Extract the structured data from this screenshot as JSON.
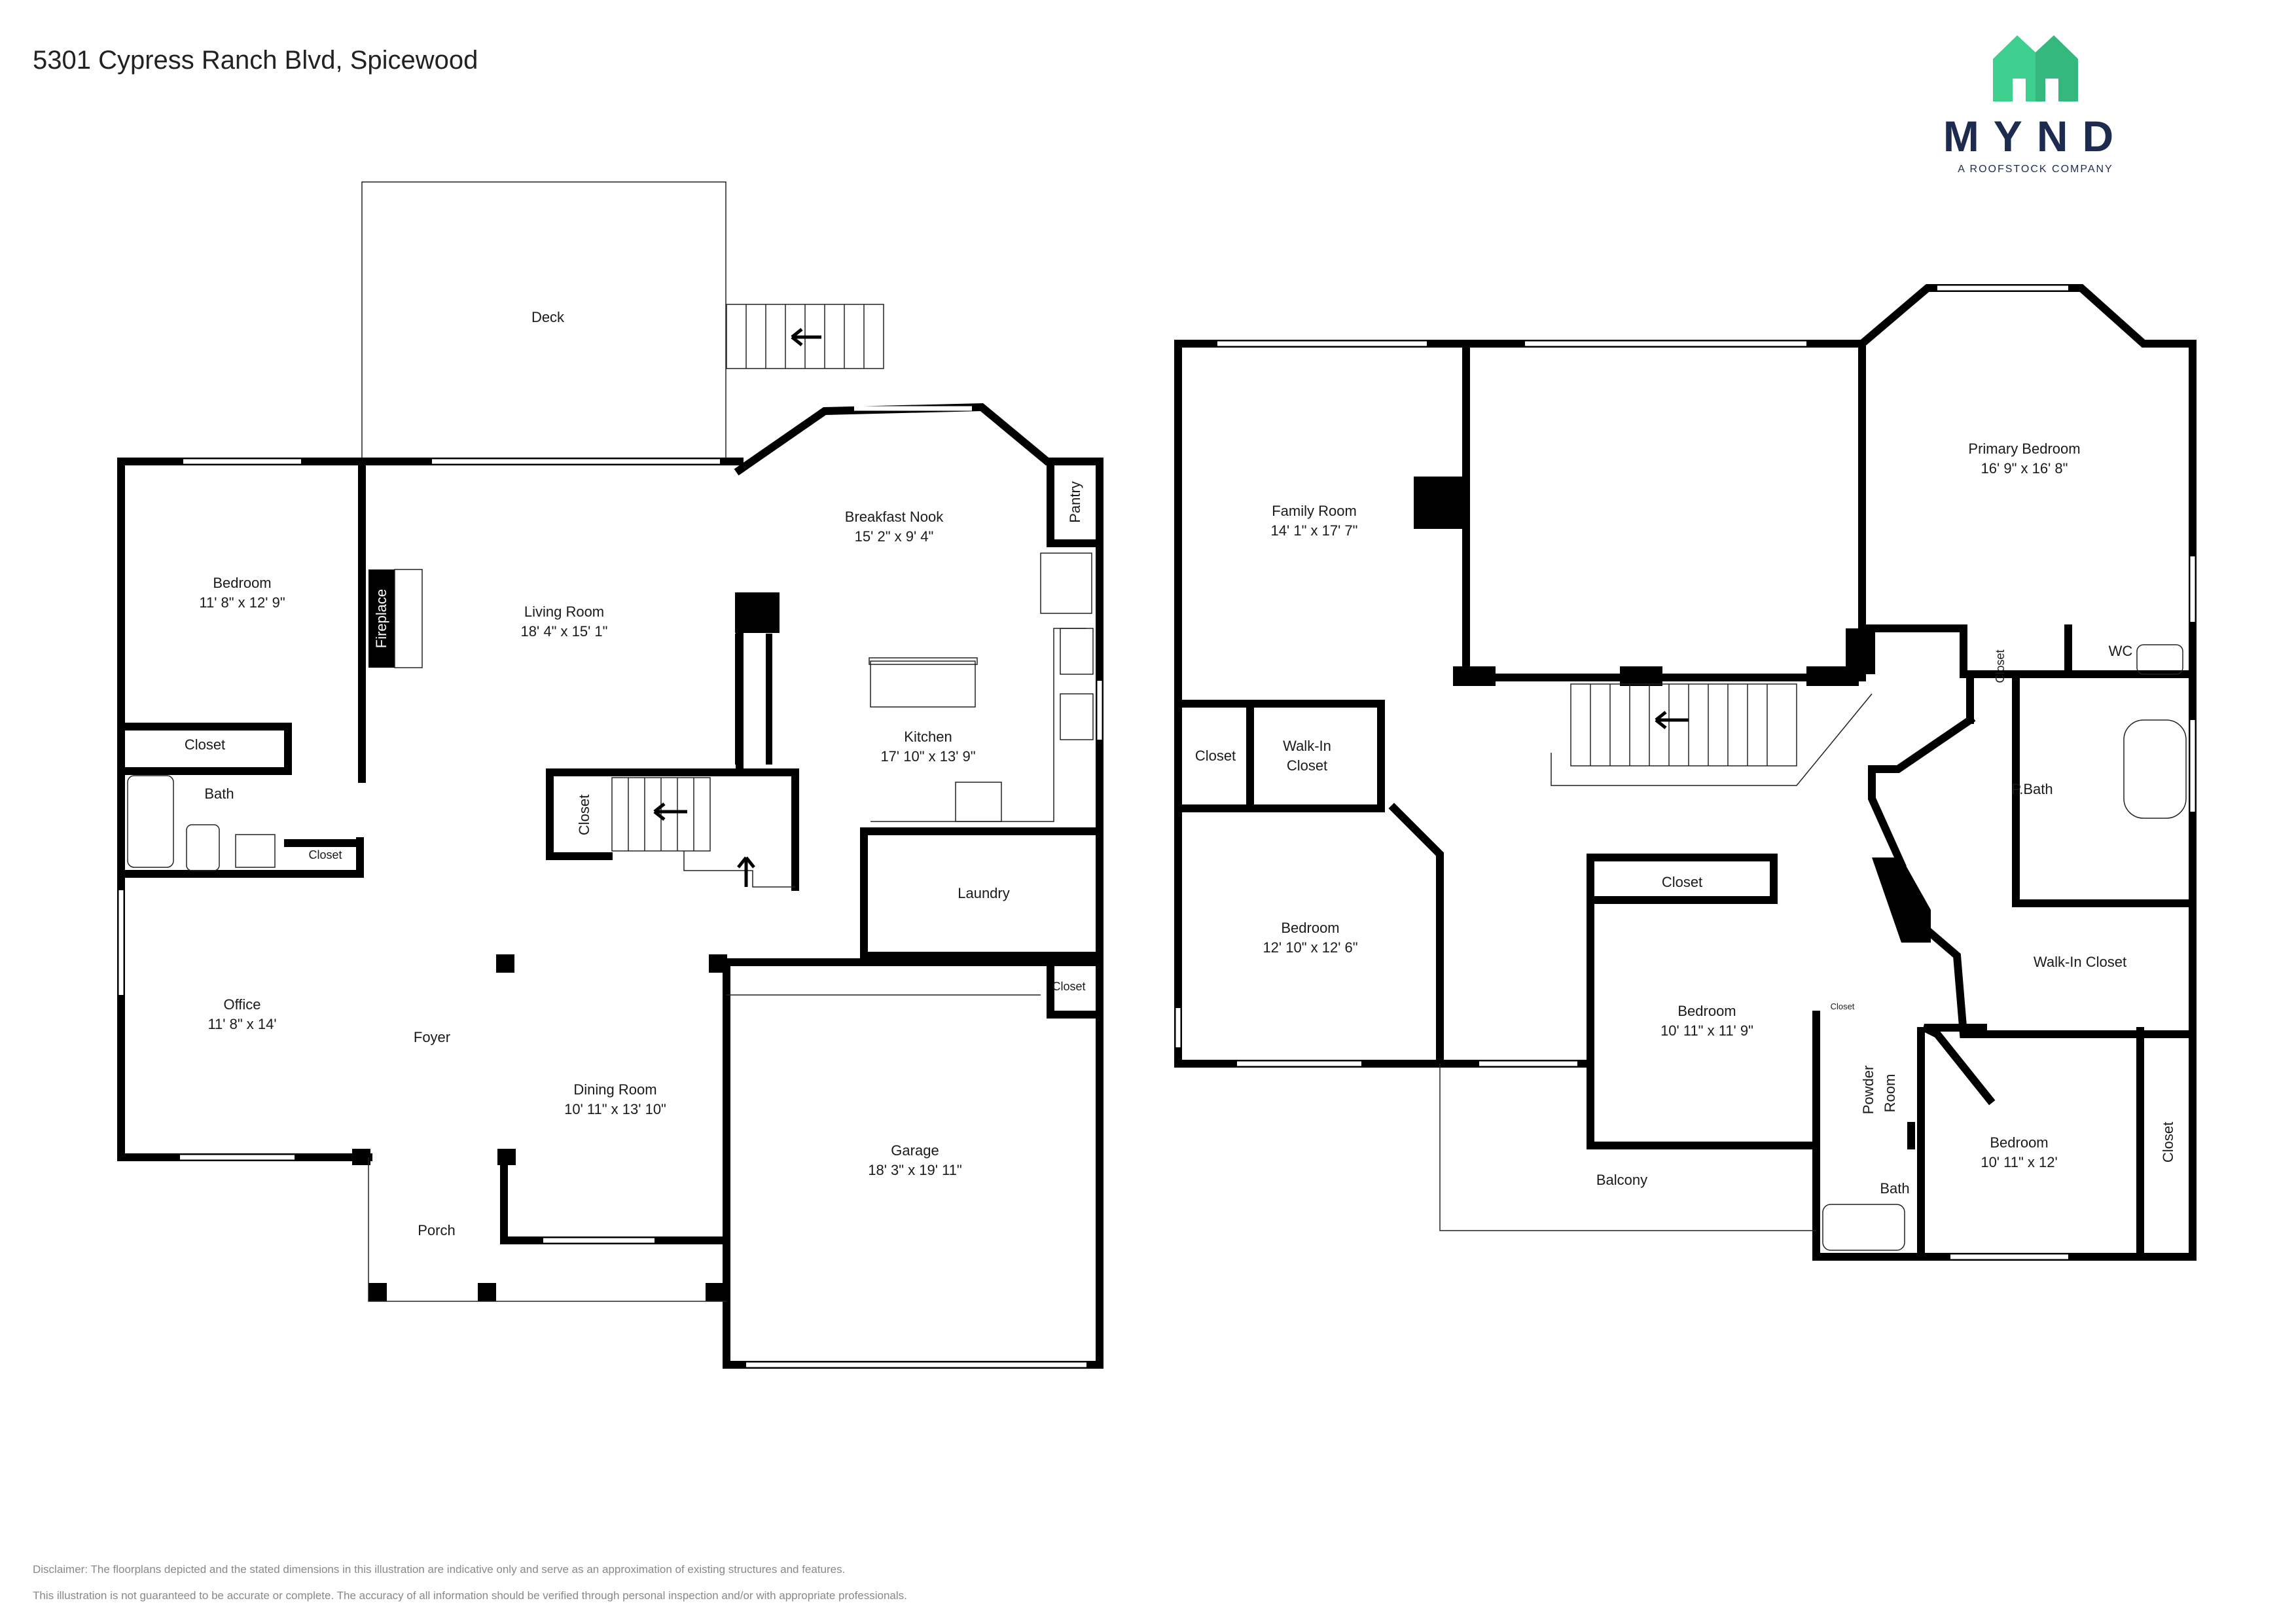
{
  "header": {
    "address": "5301 Cypress Ranch Blvd, Spicewood"
  },
  "brand": {
    "name": "MYND",
    "tagline": "A ROOFSTOCK COMPANY",
    "color": "#3ccf8e",
    "text_color": "#1d2b4f"
  },
  "rooms": {
    "deck": {
      "name": "Deck"
    },
    "bedroom1": {
      "name": "Bedroom",
      "dims": "11' 8\" x 12' 9\""
    },
    "living": {
      "name": "Living Room",
      "dims": "18' 4\" x 15' 1\""
    },
    "fireplace": {
      "name": "Fireplace"
    },
    "breakfast": {
      "name": "Breakfast Nook",
      "dims": "15' 2\" x 9' 4\""
    },
    "pantry": {
      "name": "Pantry"
    },
    "kitchen": {
      "name": "Kitchen",
      "dims": "17' 10\" x 13' 9\""
    },
    "closet_bed1": {
      "name": "Closet"
    },
    "bath1": {
      "name": "Bath"
    },
    "closet_bath1": {
      "name": "Closet"
    },
    "closet_stair": {
      "name": "Closet"
    },
    "laundry": {
      "name": "Laundry"
    },
    "closet_garage": {
      "name": "Closet"
    },
    "office": {
      "name": "Office",
      "dims": "11' 8\" x 14'"
    },
    "foyer": {
      "name": "Foyer"
    },
    "dining": {
      "name": "Dining Room",
      "dims": "10' 11\" x 13' 10\""
    },
    "garage": {
      "name": "Garage",
      "dims": "18' 3\" x 19' 11\""
    },
    "porch": {
      "name": "Porch"
    },
    "family": {
      "name": "Family Room",
      "dims": "14' 1\" x 17' 7\""
    },
    "primary": {
      "name": "Primary Bedroom",
      "dims": "16' 9\" x 16' 8\""
    },
    "closet_family": {
      "name": "Closet"
    },
    "walkin1": {
      "name": "Walk-In",
      "name2": "Closet"
    },
    "closet_primary": {
      "name": "Closet"
    },
    "wc": {
      "name": "WC"
    },
    "pbath": {
      "name": "P.Bath"
    },
    "bedroom2": {
      "name": "Bedroom",
      "dims": "12' 10\" x 12' 6\""
    },
    "closet_bed3": {
      "name": "Closet"
    },
    "bedroom3": {
      "name": "Bedroom",
      "dims": "10' 11\" x 11' 9\""
    },
    "walkin2": {
      "name": "Walk-In Closet"
    },
    "closet_small": {
      "name": "Closet"
    },
    "powder": {
      "name": "Powder",
      "name2": "Room"
    },
    "bedroom4": {
      "name": "Bedroom",
      "dims": "10' 11\" x 12'"
    },
    "closet_bed4": {
      "name": "Closet"
    },
    "balcony": {
      "name": "Balcony"
    },
    "bath2": {
      "name": "Bath"
    }
  },
  "footer": {
    "line1": "Disclaimer: The floorplans depicted and the stated dimensions in this illustration are indicative only and serve as an approximation of existing structures and features.",
    "line2": "This illustration is not guaranteed to be accurate or complete. The accuracy of all information should be verified through personal inspection and/or with appropriate professionals."
  }
}
